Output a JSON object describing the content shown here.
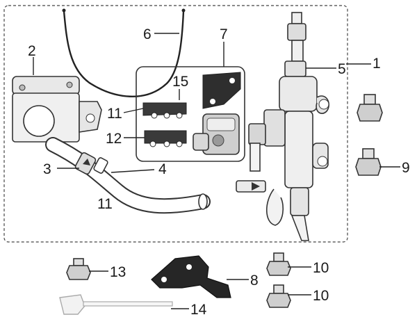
{
  "diagram": {
    "callouts": [
      {
        "id": "c1",
        "text": "1"
      },
      {
        "id": "c2",
        "text": "2"
      },
      {
        "id": "c3",
        "text": "3"
      },
      {
        "id": "c4",
        "text": "4"
      },
      {
        "id": "c5",
        "text": "5"
      },
      {
        "id": "c6",
        "text": "6"
      },
      {
        "id": "c7",
        "text": "7"
      },
      {
        "id": "c8",
        "text": "8"
      },
      {
        "id": "c9",
        "text": "9"
      },
      {
        "id": "c10a",
        "text": "10"
      },
      {
        "id": "c10b",
        "text": "10"
      },
      {
        "id": "c11a",
        "text": "11"
      },
      {
        "id": "c11b",
        "text": "11"
      },
      {
        "id": "c12",
        "text": "12"
      },
      {
        "id": "c13",
        "text": "13"
      },
      {
        "id": "c14",
        "text": "14"
      },
      {
        "id": "c15",
        "text": "15"
      }
    ]
  }
}
